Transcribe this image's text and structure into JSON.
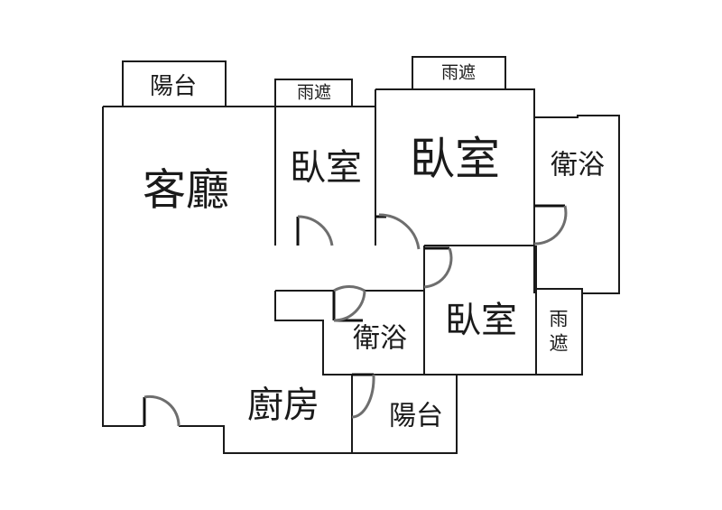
{
  "floor_plan": {
    "rooms": [
      {
        "id": "living-room",
        "label": "客廳"
      },
      {
        "id": "bedroom-left",
        "label": "臥室"
      },
      {
        "id": "bedroom-master",
        "label": "臥室"
      },
      {
        "id": "bedroom-small",
        "label": "臥室"
      },
      {
        "id": "bathroom-right",
        "label": "衛浴"
      },
      {
        "id": "bathroom-middle",
        "label": "衛浴"
      },
      {
        "id": "kitchen",
        "label": "廚房"
      },
      {
        "id": "balcony-top",
        "label": "陽台"
      },
      {
        "id": "balcony-bottom",
        "label": "陽台"
      },
      {
        "id": "canopy-left",
        "label": "雨遮"
      },
      {
        "id": "canopy-top",
        "label": "雨遮"
      },
      {
        "id": "canopy-right-line1",
        "label": "雨"
      },
      {
        "id": "canopy-right-line2",
        "label": "遮"
      }
    ],
    "colors": {
      "wall": "#1a1a1a",
      "door_arc": "#6e6e6e",
      "background": "#ffffff"
    }
  }
}
